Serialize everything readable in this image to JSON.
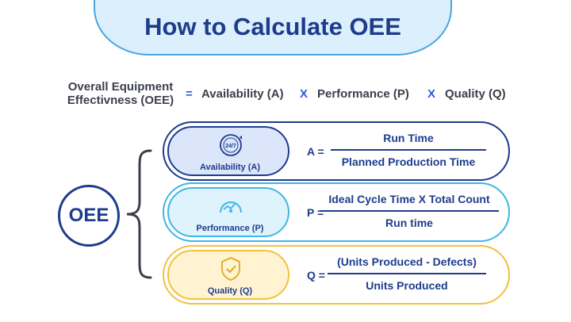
{
  "title": "How to Calculate OEE",
  "formula": {
    "lhs": "Overall Equipment Effectivness (OEE)",
    "eq": "=",
    "terms": [
      "Availability (A)",
      "Performance (P)",
      "Quality (Q)"
    ],
    "op": "X"
  },
  "center_label": "OEE",
  "cards": [
    {
      "label": "Availability (A)",
      "lhs": "A =",
      "numerator": "Run Time",
      "denominator": "Planned Production Time",
      "icon": "clock-24-7-icon",
      "accent": "#1e3c8c"
    },
    {
      "label": "Performance (P)",
      "lhs": "P =",
      "numerator": "Ideal Cycle Time X Total Count",
      "denominator": "Run time",
      "icon": "speedometer-icon",
      "accent": "#3fb6e6"
    },
    {
      "label": "Quality (Q)",
      "lhs": "Q =",
      "numerator": "(Units Produced - Defects)",
      "denominator": "Units Produced",
      "icon": "quality-shield-icon",
      "accent": "#f2c13b"
    }
  ]
}
